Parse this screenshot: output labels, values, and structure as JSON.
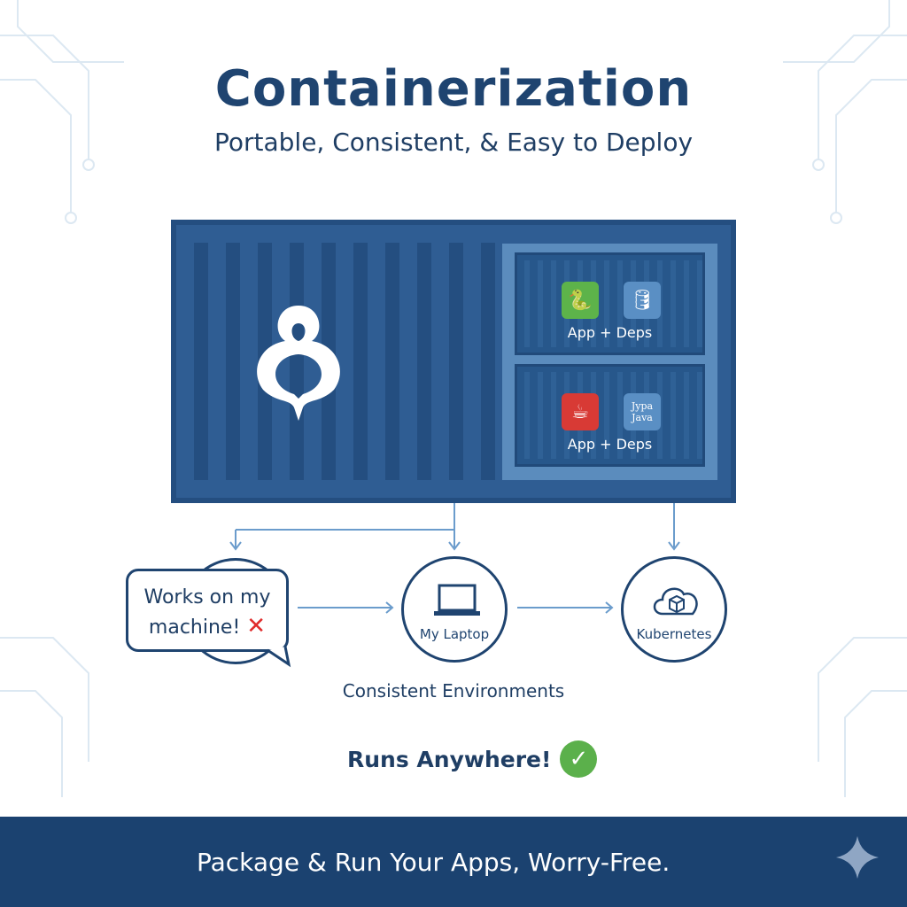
{
  "header": {
    "title": "Containerization",
    "subtitle": "Portable, Consistent, & Easy to Deploy"
  },
  "container": {
    "logo_icon": "docker-like-logo-icon",
    "bays": [
      {
        "label": "App + Deps",
        "icons": [
          "python-icon",
          "database-icon"
        ]
      },
      {
        "label": "App + Deps",
        "icons": [
          "coffee-cup-icon",
          "java-icon"
        ],
        "java_text": [
          "Jypa",
          "Java"
        ]
      }
    ]
  },
  "flow": {
    "bubble_line1": "Works on my",
    "bubble_line2": "machine!",
    "laptop_label": "My Laptop",
    "kubernetes_label": "Kubernetes",
    "caption": "Consistent Environments",
    "result": "Runs Anywhere!"
  },
  "footer": {
    "tagline": "Package & Run Your Apps, Worry-Free."
  },
  "colors": {
    "primary": "#2f5d93",
    "dark": "#1b4270",
    "python": "#5db34a",
    "coffee": "#d83a35",
    "check": "#5bb04b",
    "cross": "#e02b2b"
  }
}
